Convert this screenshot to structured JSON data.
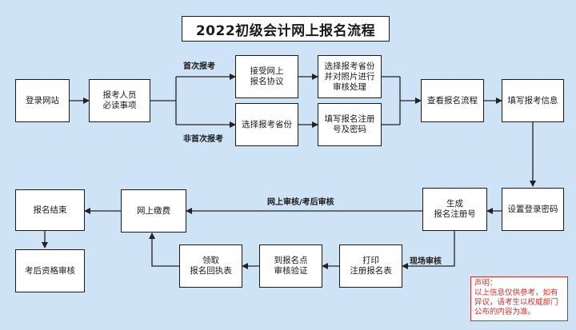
{
  "title": "2022初级会计网上报名流程",
  "nodes": {
    "login_site": [
      "登录网站"
    ],
    "read_notice": [
      "报考人员",
      "必读事项"
    ],
    "accept_agreement": [
      "接受网上",
      "报名协议"
    ],
    "choose_province_photo": [
      "选择报考省份",
      "并对照片进行",
      "审核处理"
    ],
    "choose_province": [
      "选择报考省份"
    ],
    "fill_reg_no": [
      "填写报名注册",
      "号及密码"
    ],
    "view_process": [
      "查看报名流程"
    ],
    "fill_info": [
      "填写报考信息"
    ],
    "set_password": [
      "设置登录密码"
    ],
    "generate_reg_no": [
      "生成",
      "报名注册号"
    ],
    "online_payment": [
      "网上缴费"
    ],
    "registration_end": [
      "报名结束"
    ],
    "post_exam_review": [
      "考后资格审核"
    ],
    "print_form": [
      "打印",
      "注册报名表"
    ],
    "onsite_verify": [
      "到报名点",
      "审核验证"
    ],
    "get_receipt": [
      "领取",
      "报名回执表"
    ]
  },
  "edge_labels": {
    "first_time": "首次报考",
    "not_first_time": "非首次报考",
    "online_review": "网上审核/考后审核",
    "onsite_review": "现场审核"
  },
  "notice": {
    "heading": "声明：",
    "body": "以上信息仅供参考，如有异议，请考生以权威部门公布的内容为准。"
  },
  "colors": {
    "background": "#cfe3f7",
    "box_fill": "#ffffff",
    "line": "#222222",
    "notice_text": "#d0312d"
  }
}
